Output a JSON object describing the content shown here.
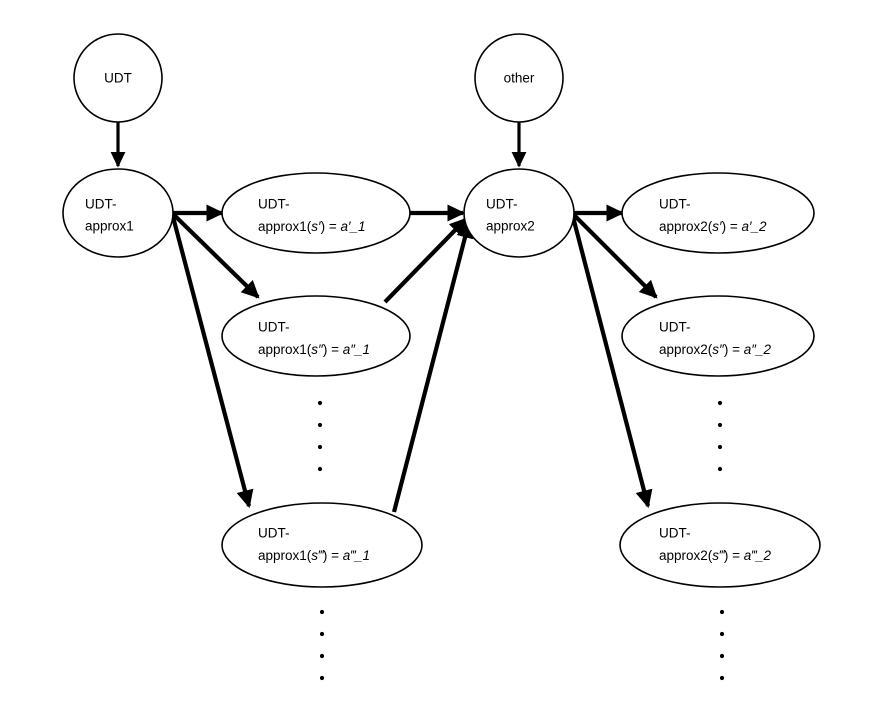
{
  "diagram": {
    "title": "UDT approximation expansion diagram",
    "background_color": "#ffffff",
    "stroke_color": "#000000",
    "nodes": {
      "udt": {
        "label": "UDT"
      },
      "other": {
        "label": "other"
      },
      "approx1": {
        "line1": "UDT-",
        "line2": "approx1"
      },
      "approx2": {
        "line1": "UDT-",
        "line2": "approx2"
      },
      "a1_s1": {
        "line1": "UDT-",
        "prefix": "approx1(",
        "arg": "s′",
        "mid": ") = ",
        "value": "a′_1"
      },
      "a1_s2": {
        "line1": "UDT-",
        "prefix": "approx1(",
        "arg": "s″",
        "mid": ") = ",
        "value": "a″_1"
      },
      "a1_s3": {
        "line1": "UDT-",
        "prefix": "approx1(",
        "arg": "s‴",
        "mid": ") = ",
        "value": "a‴_1"
      },
      "a2_s1": {
        "line1": "UDT-",
        "prefix": "approx2(",
        "arg": "s′",
        "mid": ") = ",
        "value": "a′_2"
      },
      "a2_s2": {
        "line1": "UDT-",
        "prefix": "approx2(",
        "arg": "s″",
        "mid": ") = ",
        "value": "a″_2"
      },
      "a2_s3": {
        "line1": "UDT-",
        "prefix": "approx2(",
        "arg": "s‴",
        "mid": ") = ",
        "value": "a‴_2"
      }
    },
    "ellipsis_marker": "·",
    "ellipsis_groups": [
      {
        "name": "left-middle-vertical-dots",
        "count": 4
      },
      {
        "name": "left-bottom-vertical-dots",
        "count": 4
      },
      {
        "name": "right-middle-vertical-dots",
        "count": 4
      },
      {
        "name": "right-bottom-vertical-dots",
        "count": 4
      }
    ]
  }
}
